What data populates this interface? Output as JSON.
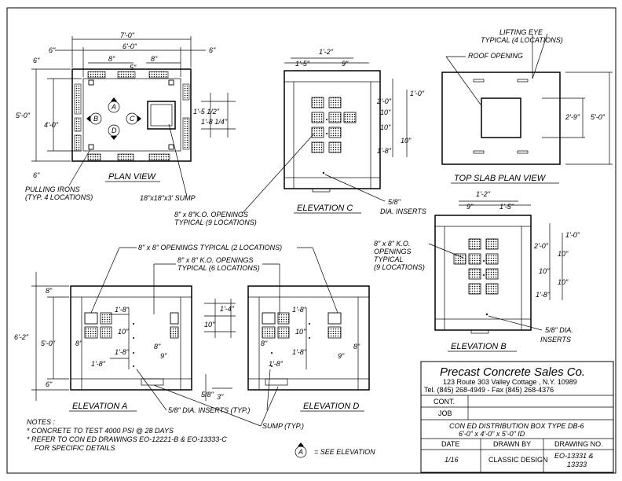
{
  "plan_view": {
    "title": "PLAN VIEW",
    "dim_width_outer": "7'-0\"",
    "dim_width_inner": "6'-0\"",
    "dim_left_6": "6\"",
    "dim_right_6": "6\"",
    "dim_top_8a": "8\"",
    "dim_top_8b": "8\"",
    "dim_5": "5\"",
    "dim_height_outer": "5'-0\"",
    "dim_height_inner": "4'-0\"",
    "dim_top_6": "6\"",
    "dim_bottom_6": "6\"",
    "dim_sump_1": "1'-5 1/2\"",
    "dim_sump_2": "1'-8 1/4\"",
    "marker_a": "A",
    "marker_b": "B",
    "marker_c": "C",
    "marker_d": "D",
    "note_pulling_irons_1": "PULLING IRONS",
    "note_pulling_irons_2": "(TYP. 4 LOCATIONS)",
    "note_sump": "18\"x18\"x3' SUMP"
  },
  "elevation_c": {
    "title": "ELEVATION C",
    "dim_1_5": "1'-5\"",
    "dim_1_2": "1'-2\"",
    "dim_9": "9\"",
    "dim_2_0": "2'-0\"",
    "dim_1_0": "1'-0\"",
    "dim_10a": "10\"",
    "dim_10b": "10\"",
    "dim_10c": "10\"",
    "dim_1_8": "1'-8\"",
    "note_ko_1": "8\" x 8\"K.O. OPENINGS",
    "note_ko_2": "TYPICAL (9 LOCATIONS)",
    "note_inserts_1": "5/8\"",
    "note_inserts_2": "DIA. INSERTS"
  },
  "top_slab": {
    "title": "TOP SLAB PLAN VIEW",
    "note_lifting_1": "LIFTING EYE",
    "note_lifting_2": "TYPICAL (4 LOCATIONS)",
    "note_roof": "ROOF OPENING",
    "dim_2_9": "2'-9\"",
    "dim_5_0": "5'-0\""
  },
  "elevation_b": {
    "title": "ELEVATION B",
    "dim_1_2": "1'-2\"",
    "dim_9": "9\"",
    "dim_1_5": "1'-5\"",
    "dim_2_0": "2'-0\"",
    "dim_1_0": "1'-0\"",
    "dim_10a": "10\"",
    "dim_10b": "10\"",
    "dim_10c": "10\"",
    "dim_1_8": "1'-8\"",
    "note_ko_1": "8\" x 8\" K.O.",
    "note_ko_2": "OPENINGS",
    "note_ko_3": "TYPICAL",
    "note_ko_4": "(9 LOCATIONS)",
    "note_inserts_1": "5/8\" DIA.",
    "note_inserts_2": "INSERTS"
  },
  "elevation_a": {
    "title": "ELEVATION A",
    "dim_6_2": "6'-2\"",
    "dim_5_0": "5'-0\"",
    "dim_8": "8\"",
    "dim_6": "6\"",
    "dim_1_8a": "1'-8\"",
    "dim_10": "10\"",
    "dim_1_8b": "1'-8\"",
    "dim_1_8c": "1'-8\"",
    "dim_8b": "8\"",
    "dim_8c": "8\"",
    "dim_9": "9\"",
    "dim_1_4": "1'-4\"",
    "dim_10mid": "10\"",
    "dim_5_8": "5/8\"",
    "dim_3": "3\""
  },
  "elevation_d": {
    "title": "ELEVATION D",
    "dim_1_8a": "1'-8\"",
    "dim_10": "10\"",
    "dim_1_8b": "1'-8\"",
    "dim_1_8c": "1'-8\"",
    "dim_8a": "8\"",
    "dim_8b": "8\"",
    "dim_9": "9\""
  },
  "callouts": {
    "openings_2": "8\" x 8\" OPENINGS TYPICAL (2 LOCATIONS)",
    "ko_6_1": "8\" x 8\" K.O. OPENINGS",
    "ko_6_2": "TYPICAL (6 LOCATIONS)",
    "inserts_typ": "5/8\" DIA. INSERTS (TYP.)",
    "sump_typ": "SUMP (TYP.)"
  },
  "notes": {
    "heading": "NOTES :",
    "line1": "* CONCRETE TO TEST 4000 PSI @ 28 DAYS",
    "line2": "* REFER TO CON ED DRAWINGS EO-12221-B & EO-13333-C",
    "line3": "FOR SPECIFIC DETAILS",
    "legend_marker": "A",
    "legend_text": "= SEE ELEVATION"
  },
  "title_block": {
    "company": "Precast Concrete Sales Co.",
    "address": "123 Route 303 Valley Cottage , N.Y. 10989",
    "phone": "Tel. (845) 268-4949 - Fax (845) 268-4376",
    "cont_label": "CONT.",
    "job_label": "JOB",
    "desc_1": "CON ED DISTRIBUTION BOX TYPE DB-6",
    "desc_2": "6'-0\" x 4'-0\" x 5'-0\" ID",
    "date_label": "DATE",
    "drawn_label": "DRAWN BY",
    "drawing_label": "DRAWING NO.",
    "date_value": "1/16",
    "drawn_value": "CLASSIC DESIGN",
    "drawing_value_1": "EO-13331 &",
    "drawing_value_2": "13333"
  }
}
